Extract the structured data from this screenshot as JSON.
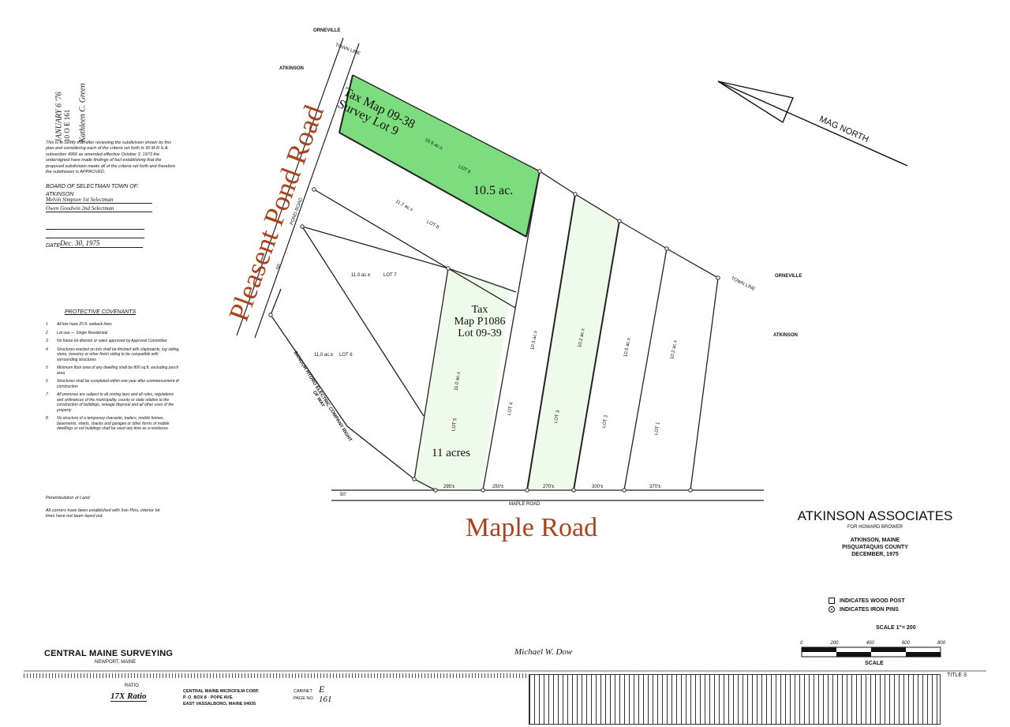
{
  "header": {
    "top_orneville": "ORNEVILLE",
    "top_atkinson": "ATKINSON",
    "town_line": "TOWN LINE",
    "right_orneville": "ORNEVILLE",
    "right_atkinson": "ATKINSON",
    "town_line_right": "TOWN LINE",
    "mag_north": "MAG NORTH"
  },
  "recording": {
    "date_line1": "JANUARY 6 '76",
    "date_line2": "10   O   E   161",
    "signer": "Kathleen C. Green"
  },
  "certificate": {
    "text": "This is to certify that after reviewing the subdivision shown by this plan and considering each of the criteria set forth in 30 M.R.S.A. subsection 4956 as amended effective October 3, 1973 the undersigned have made findings of fact establishing that the proposed subdivision meets all of the criteria set forth and therefore the subdivision is APPROVED.",
    "board": "BOARD OF SELECTMAN TOWN OF:",
    "town": "ATKINSON",
    "sig1": "Melvin Simpson 1st Selectman",
    "sig2": "Owen Goodwin 2nd Selectman",
    "date_label": "DATE",
    "date_value": "Dec. 30, 1975"
  },
  "covenants": {
    "title": "PROTECTIVE COVENANTS",
    "items": [
      {
        "n": "1",
        "t": "All lots have 25 ft. setback lines"
      },
      {
        "n": "2",
        "t": "Lot use — Single Residential"
      },
      {
        "n": "3",
        "t": "No future lot division or sales approved by Approval Committee"
      },
      {
        "n": "4",
        "t": "Structures erected on lots shall be finished with clapboards, log siding, stone, masonry or other finish siding to be compatible with surrounding structures"
      },
      {
        "n": "5",
        "t": "Minimum floor area of any dwelling shall be 800 sq.ft. excluding porch area"
      },
      {
        "n": "6",
        "t": "Structures shall be completed within one year after commencement of construction"
      },
      {
        "n": "7",
        "t": "All premises are subject to all zoning laws and all rules, regulations and ordinances of the municipality, county or state relative to the construction of buildings, sewage disposal and all other uses of the property"
      },
      {
        "n": "8",
        "t": "No structure of a temporary character, trailers, mobile homes, basements, sheds, shacks and garages or other forms of mobile dwellings or out buildings shall be used any time as a residence"
      }
    ]
  },
  "perambulation": {
    "title": "Perambulation of Land:",
    "text": "All corners have been established with Iron Pins, interior lot lines have not been layed out."
  },
  "roads": {
    "pond_road_big": "Pleasent Pond Road",
    "maple_road_big": "Maple Road",
    "pond_road_small": "POND ROAD",
    "maple_road_small": "MAPLE ROAD",
    "bangor_hydro": "BANGOR HYDRO ELECTRIC COMPANY RIGHT OF WAY",
    "fifty_left": "50'",
    "fifty_bottom": "50'"
  },
  "lots": {
    "lot9": {
      "label": "LOT 9",
      "area": "10.5 ac.±"
    },
    "lot8": {
      "label": "LOT 8",
      "area": "11.7 ac.±"
    },
    "lot7": {
      "label": "LOT 7",
      "area": "11.0 ac.±"
    },
    "lot6": {
      "label": "LOT 6",
      "area": "11.0 ac.±"
    },
    "lot5": {
      "label": "LOT 5",
      "area": "11.0 ac.±"
    },
    "lot4": {
      "label": "LOT 4",
      "area": "10.3 ac.±"
    },
    "lot3": {
      "label": "LOT 3",
      "area": "10.2 ac.±"
    },
    "lot2": {
      "label": "LOT 2",
      "area": "10.5 ac.±"
    },
    "lot1": {
      "label": "LOT 1",
      "area": "10.2 ac.±"
    }
  },
  "annotations": {
    "lot9_l1": "Tax Map 09-38",
    "lot9_l2": "Survey Lot 9",
    "lot9_area": "10.5 ac.",
    "lot5_l1": "Tax",
    "lot5_l2": "Map P1086",
    "lot5_l3": "Lot 09-39",
    "lot5_area": "11 acres"
  },
  "frontages": {
    "f1": "295'±",
    "f2": "250'±",
    "f3": "270'±",
    "f4": "300'±",
    "f5": "370'±"
  },
  "title_block": {
    "company": "ATKINSON ASSOCIATES",
    "for": "FOR HOWARD BROWER",
    "place": "ATKINSON, MAINE",
    "county": "PISQUATAQUIS COUNTY",
    "date": "DECEMBER, 1975"
  },
  "legend": {
    "wood_post": "INDICATES WOOD POST",
    "iron_pins": "INDICATES IRON PINS"
  },
  "scale": {
    "text": "SCALE 1\"= 200",
    "bar_label": "SCALE",
    "marks": [
      "0",
      "200",
      "400",
      "600",
      "800"
    ]
  },
  "surveyor": {
    "name": "CENTRAL MAINE SURVEYING",
    "town": "NEWPORT, MAINE",
    "signature": "Michael W. Dow"
  },
  "microfilm": {
    "ratio_label": "RATIO",
    "ratio_value": "17X Ratio",
    "corp1": "CENTRAL MAINE MICROFILM CORP.",
    "corp2": "P. O. BOX 8 · POPE AVE.",
    "corp3": "EAST VASSALBORO, MAINE 04935",
    "cab_label": "CABINET",
    "page_label": "PAGE NO.",
    "cab_value": "E",
    "page_value": "161",
    "title": "TITLE 3"
  },
  "colors": {
    "lot9_fill": "#7ddc7d",
    "light_fill": "#eefaea",
    "road_text": "#a8441d"
  }
}
